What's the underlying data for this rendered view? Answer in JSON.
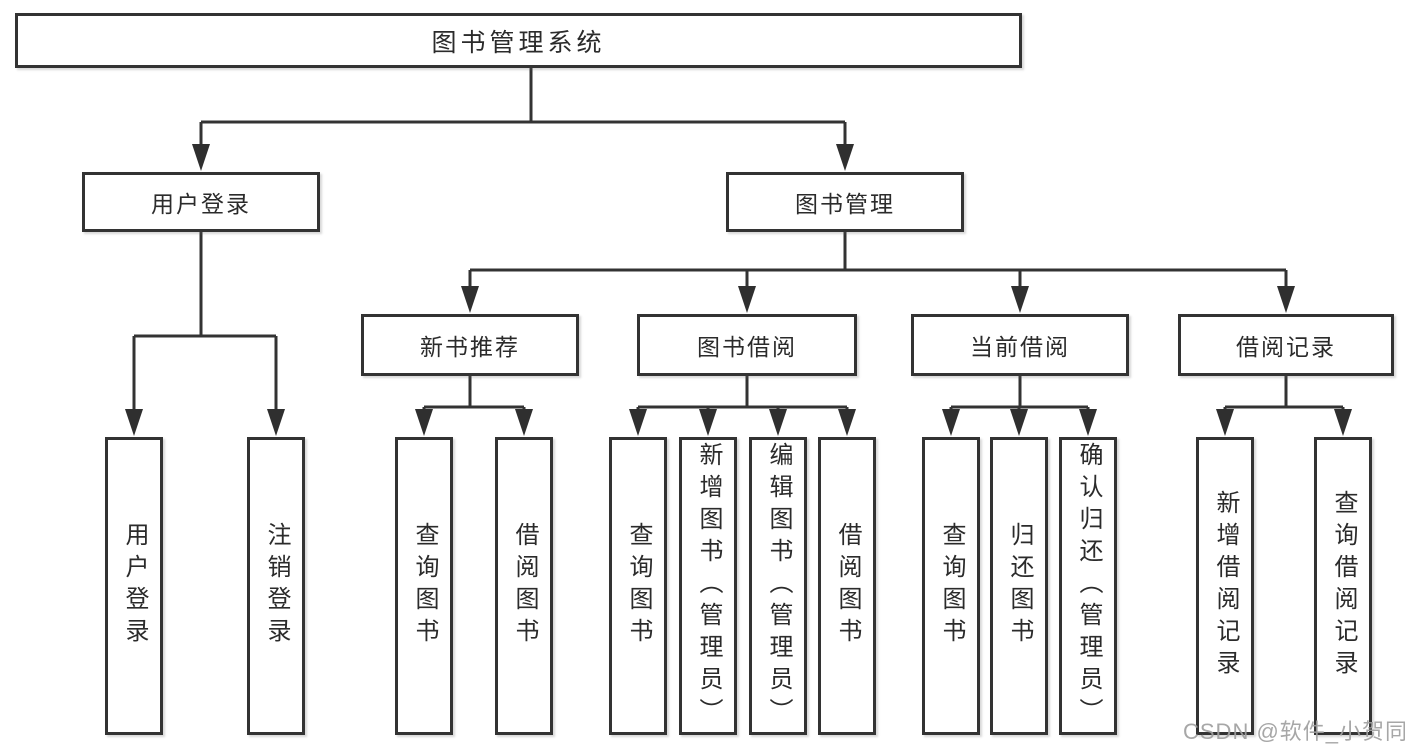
{
  "tree": {
    "root": {
      "label": "图书管理系统"
    },
    "children": [
      {
        "label": "用户登录",
        "children": [
          {
            "label": "用户登录"
          },
          {
            "label": "注销登录"
          }
        ]
      },
      {
        "label": "图书管理",
        "children": [
          {
            "label": "新书推荐",
            "children": [
              {
                "label": "查询图书"
              },
              {
                "label": "借阅图书"
              }
            ]
          },
          {
            "label": "图书借阅",
            "children": [
              {
                "label": "查询图书"
              },
              {
                "label": "新增图书（管理员）"
              },
              {
                "label": "编辑图书（管理员）"
              },
              {
                "label": "借阅图书"
              }
            ]
          },
          {
            "label": "当前借阅",
            "children": [
              {
                "label": "查询图书"
              },
              {
                "label": "归还图书"
              },
              {
                "label": "确认归还（管理员）"
              }
            ]
          },
          {
            "label": "借阅记录",
            "children": [
              {
                "label": "新增借阅记录"
              },
              {
                "label": "查询借阅记录"
              }
            ]
          }
        ]
      }
    ]
  },
  "watermark": {
    "text": "CSDN @软件_小贺同学"
  },
  "colors": {
    "line": "#333333",
    "box_border": "#333333",
    "box_fill": "#ffffff",
    "text": "#2b2b2b",
    "watermark": "#a0a0a0"
  }
}
